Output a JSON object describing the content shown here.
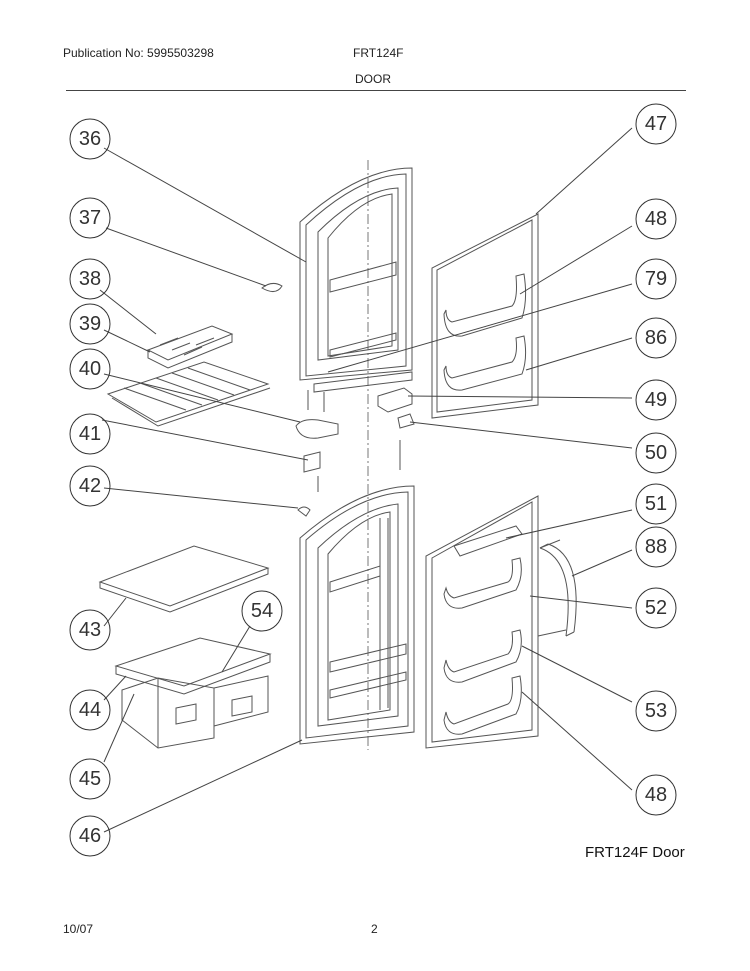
{
  "header": {
    "publication": "Publication No: 5995503298",
    "model": "FRT124F",
    "section": "DOOR"
  },
  "callouts": [
    {
      "id": "36",
      "label": "36"
    },
    {
      "id": "37",
      "label": "37"
    },
    {
      "id": "38",
      "label": "38"
    },
    {
      "id": "39",
      "label": "39"
    },
    {
      "id": "40",
      "label": "40"
    },
    {
      "id": "41",
      "label": "41"
    },
    {
      "id": "42",
      "label": "42"
    },
    {
      "id": "43",
      "label": "43"
    },
    {
      "id": "44",
      "label": "44"
    },
    {
      "id": "45",
      "label": "45"
    },
    {
      "id": "46",
      "label": "46"
    },
    {
      "id": "54",
      "label": "54"
    },
    {
      "id": "47",
      "label": "47"
    },
    {
      "id": "48a",
      "label": "48"
    },
    {
      "id": "79",
      "label": "79"
    },
    {
      "id": "86",
      "label": "86"
    },
    {
      "id": "49",
      "label": "49"
    },
    {
      "id": "50",
      "label": "50"
    },
    {
      "id": "51",
      "label": "51"
    },
    {
      "id": "88",
      "label": "88"
    },
    {
      "id": "52",
      "label": "52"
    },
    {
      "id": "53",
      "label": "53"
    },
    {
      "id": "48b",
      "label": "48"
    }
  ],
  "caption": "FRT124F Door",
  "footer": {
    "date": "10/07",
    "page": "2"
  }
}
